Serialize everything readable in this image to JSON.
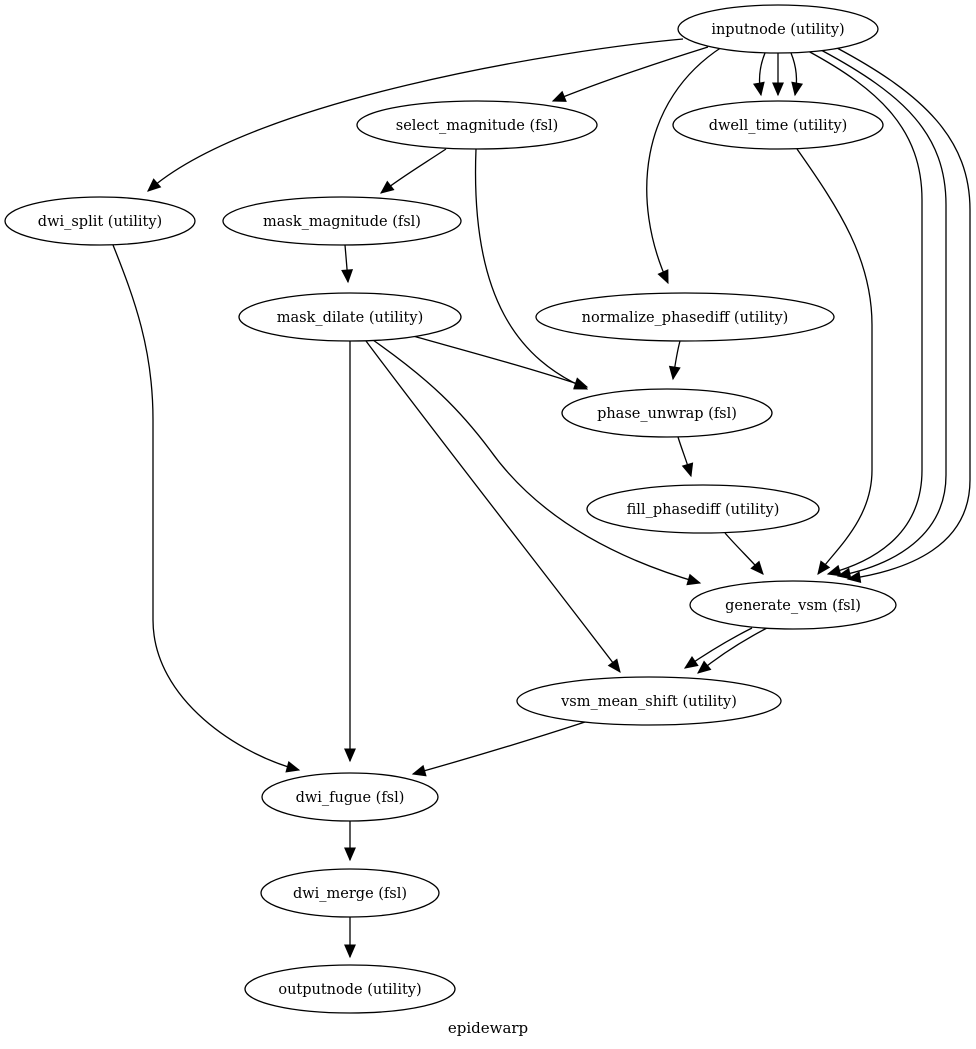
{
  "graph": {
    "label": "epidewarp",
    "nodes": [
      {
        "id": "inputnode",
        "label": "inputnode (utility)"
      },
      {
        "id": "select_magnitude",
        "label": "select_magnitude (fsl)"
      },
      {
        "id": "dwell_time",
        "label": "dwell_time (utility)"
      },
      {
        "id": "dwi_split",
        "label": "dwi_split (utility)"
      },
      {
        "id": "mask_magnitude",
        "label": "mask_magnitude (fsl)"
      },
      {
        "id": "mask_dilate",
        "label": "mask_dilate (utility)"
      },
      {
        "id": "normalize_phasediff",
        "label": "normalize_phasediff (utility)"
      },
      {
        "id": "phase_unwrap",
        "label": "phase_unwrap (fsl)"
      },
      {
        "id": "fill_phasediff",
        "label": "fill_phasediff (utility)"
      },
      {
        "id": "generate_vsm",
        "label": "generate_vsm (fsl)"
      },
      {
        "id": "vsm_mean_shift",
        "label": "vsm_mean_shift (utility)"
      },
      {
        "id": "dwi_fugue",
        "label": "dwi_fugue (fsl)"
      },
      {
        "id": "dwi_merge",
        "label": "dwi_merge (fsl)"
      },
      {
        "id": "outputnode",
        "label": "outputnode (utility)"
      }
    ],
    "edges": [
      {
        "from": "inputnode",
        "to": "dwi_split"
      },
      {
        "from": "inputnode",
        "to": "select_magnitude"
      },
      {
        "from": "inputnode",
        "to": "normalize_phasediff"
      },
      {
        "from": "inputnode",
        "to": "dwell_time"
      },
      {
        "from": "inputnode",
        "to": "dwell_time"
      },
      {
        "from": "inputnode",
        "to": "dwell_time"
      },
      {
        "from": "inputnode",
        "to": "generate_vsm"
      },
      {
        "from": "inputnode",
        "to": "generate_vsm"
      },
      {
        "from": "inputnode",
        "to": "generate_vsm"
      },
      {
        "from": "select_magnitude",
        "to": "mask_magnitude"
      },
      {
        "from": "select_magnitude",
        "to": "phase_unwrap"
      },
      {
        "from": "mask_magnitude",
        "to": "mask_dilate"
      },
      {
        "from": "mask_dilate",
        "to": "phase_unwrap"
      },
      {
        "from": "mask_dilate",
        "to": "generate_vsm"
      },
      {
        "from": "mask_dilate",
        "to": "vsm_mean_shift"
      },
      {
        "from": "mask_dilate",
        "to": "dwi_fugue"
      },
      {
        "from": "normalize_phasediff",
        "to": "phase_unwrap"
      },
      {
        "from": "phase_unwrap",
        "to": "fill_phasediff"
      },
      {
        "from": "fill_phasediff",
        "to": "generate_vsm"
      },
      {
        "from": "dwell_time",
        "to": "generate_vsm"
      },
      {
        "from": "generate_vsm",
        "to": "vsm_mean_shift"
      },
      {
        "from": "generate_vsm",
        "to": "vsm_mean_shift"
      },
      {
        "from": "dwi_split",
        "to": "dwi_fugue"
      },
      {
        "from": "vsm_mean_shift",
        "to": "dwi_fugue"
      },
      {
        "from": "dwi_fugue",
        "to": "dwi_merge"
      },
      {
        "from": "dwi_merge",
        "to": "outputnode"
      }
    ]
  }
}
